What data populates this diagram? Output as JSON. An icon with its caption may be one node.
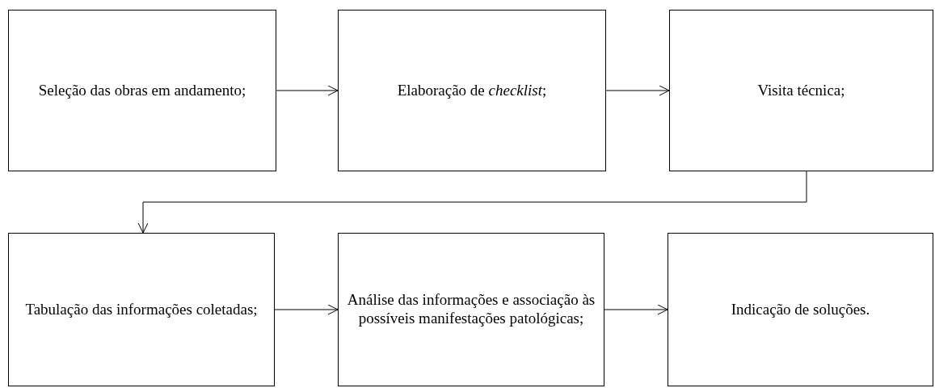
{
  "diagram": {
    "nodes": [
      {
        "text": [
          "Seleção das obras em andamento;"
        ]
      },
      {
        "text": [
          "Elaboração de *checklist*;"
        ]
      },
      {
        "text": [
          "Visita técnica;"
        ]
      },
      {
        "text": [
          "Tabulação das informações coletadas;"
        ]
      },
      {
        "text": [
          "Análise das informações e associação às possíveis manifestações patológicas;"
        ]
      },
      {
        "text": [
          "Indicação de soluções."
        ]
      }
    ],
    "edges": [
      {
        "from": 0,
        "to": 1,
        "arrow": "to"
      },
      {
        "from": 1,
        "to": 2,
        "arrow": "to"
      },
      {
        "from": 2,
        "to": 3,
        "arrow": "to"
      },
      {
        "from": 3,
        "to": 4,
        "arrow": "to"
      },
      {
        "from": 4,
        "to": 5,
        "arrow": "to"
      }
    ]
  }
}
